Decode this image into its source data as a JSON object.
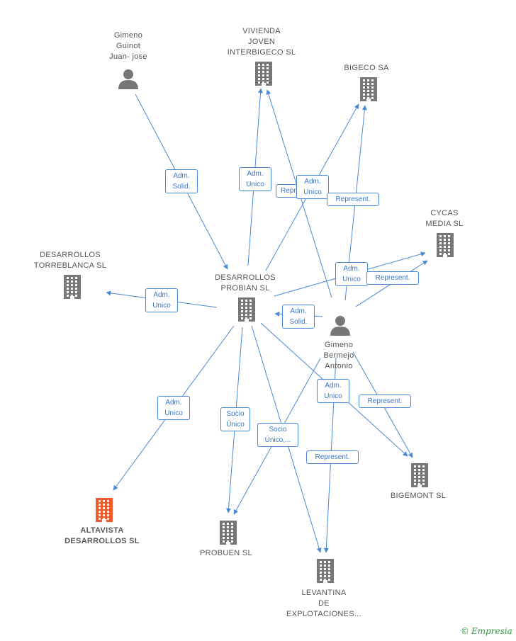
{
  "diagram": {
    "nodes": [
      {
        "id": "gimeno_juan",
        "label": "Gimeno\nGuinot\nJuan- jose",
        "type": "person"
      },
      {
        "id": "vivienda",
        "label": "VIVIENDA\nJOVEN\nINTERBIGECO SL",
        "type": "company"
      },
      {
        "id": "bigeco",
        "label": "BIGECO SA",
        "type": "company"
      },
      {
        "id": "cycas",
        "label": "CYCAS\nMEDIA  SL",
        "type": "company"
      },
      {
        "id": "torreblanca",
        "label": "DESARROLLOS\nTORREBLANCA SL",
        "type": "company"
      },
      {
        "id": "probian",
        "label": "DESARROLLOS\nPROBIAN SL",
        "type": "company"
      },
      {
        "id": "gimeno_antonio",
        "label": "Gimeno\nBermejo\nAntonio",
        "type": "person"
      },
      {
        "id": "altavista",
        "label": "ALTAVISTA\nDESARROLLOS SL",
        "type": "company-main"
      },
      {
        "id": "probuen",
        "label": "PROBUEN SL",
        "type": "company"
      },
      {
        "id": "levantina",
        "label": "LEVANTINA\nDE\nEXPLOTACIONES...",
        "type": "company"
      },
      {
        "id": "bigemont",
        "label": "BIGEMONT  SL",
        "type": "company"
      }
    ],
    "edges": [
      {
        "from": "gimeno_juan",
        "to": "probian",
        "label": "Adm.\nSolid."
      },
      {
        "from": "probian",
        "to": "vivienda",
        "label": "Adm.\nUnico"
      },
      {
        "from": "gimeno_antonio",
        "to": "vivienda",
        "label": "Repres"
      },
      {
        "from": "probian",
        "to": "bigeco",
        "label": "Adm.\nUnico"
      },
      {
        "from": "gimeno_antonio",
        "to": "bigeco",
        "label": "Represent."
      },
      {
        "from": "probian",
        "to": "cycas",
        "label": "Adm.\nUnico"
      },
      {
        "from": "gimeno_antonio",
        "to": "cycas",
        "label": "Represent."
      },
      {
        "from": "probian",
        "to": "torreblanca",
        "label": "Adm.\nUnico"
      },
      {
        "from": "gimeno_antonio",
        "to": "probian",
        "label": "Adm.\nSolid."
      },
      {
        "from": "probian",
        "to": "altavista",
        "label": "Adm.\nUnico"
      },
      {
        "from": "probian",
        "to": "probuen",
        "label": "Socio\nÚnico"
      },
      {
        "from": "gimeno_antonio",
        "to": "probuen",
        "label": "Socio\nÚnico,..."
      },
      {
        "from": "probian",
        "to": "levantina",
        "label": ""
      },
      {
        "from": "gimeno_antonio",
        "to": "levantina",
        "label": "Represent."
      },
      {
        "from": "probian",
        "to": "bigemont",
        "label": "Adm.\nUnico"
      },
      {
        "from": "gimeno_antonio",
        "to": "bigemont",
        "label": "Represent."
      }
    ]
  },
  "colors": {
    "edge": "#4a8ad6",
    "node": "#777777",
    "main": "#f15a2b",
    "brand": "#2e9a3a"
  },
  "brand": {
    "symbol": "©",
    "name": "Empresia"
  }
}
